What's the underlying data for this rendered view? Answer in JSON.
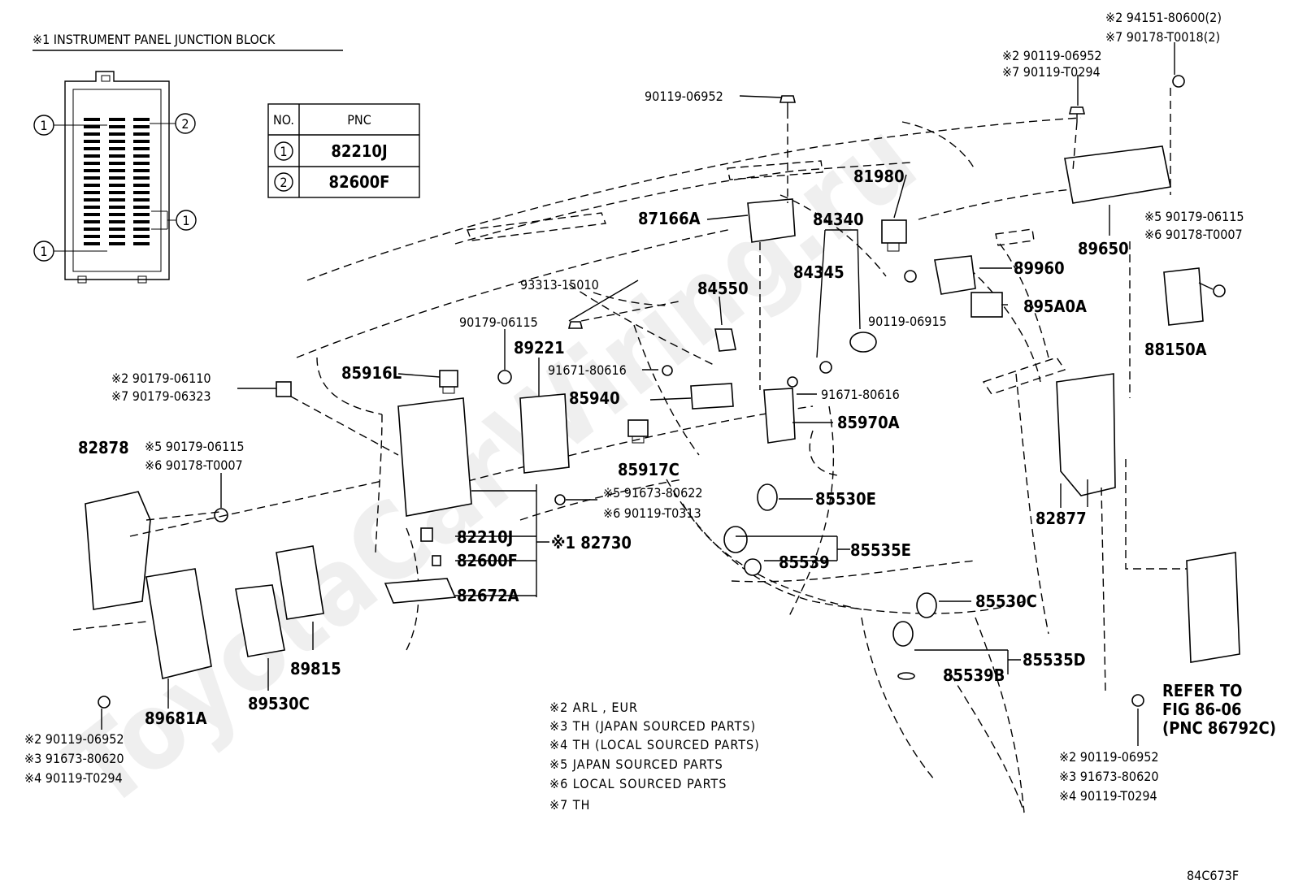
{
  "junction_block": {
    "title": "※1 INSTRUMENT PANEL JUNCTION BLOCK",
    "callouts": [
      "1",
      "2",
      "1",
      "1"
    ]
  },
  "pnc_table": {
    "headers": [
      "NO.",
      "PNC"
    ],
    "rows": [
      {
        "no": "1",
        "pnc": "82210J"
      },
      {
        "no": "2",
        "pnc": "82600F"
      }
    ]
  },
  "labels": {
    "p94151": "※2 94151-80600(2)",
    "p90178_t0018": "※7 90178-T0018(2)",
    "p90119_06952_top": "※2 90119-06952",
    "p90119_t0294_top": "※7 90119-T0294",
    "p90119_06952_bolt": "90119-06952",
    "p81980": "81980",
    "p87166a": "87166A",
    "p84340": "84340",
    "p84345": "84345",
    "p89960": "89960",
    "p89650": "89650",
    "p90179_06115_r": "※5 90179-06115",
    "p90178_t0007_r": "※6 90178-T0007",
    "p93313": "93313-15010",
    "p84550": "84550",
    "p90119_06915": "90119-06915",
    "p895a0a": "895A0A",
    "p88150a": "88150A",
    "p90179_06115_m": "90179-06115",
    "p89221": "89221",
    "p91671_a": "91671-80616",
    "p85916l": "85916L",
    "p90179_06110": "※2 90179-06110",
    "p90179_06323": "※7 90179-06323",
    "p85940": "85940",
    "p91671_b": "91671-80616",
    "p85970a": "85970A",
    "p82878": "82878",
    "p90179_06115_l": "※5 90179-06115",
    "p90178_t0007_l": "※6 90178-T0007",
    "p85917c": "85917C",
    "p91673_80622": "※5 91673-80622",
    "p90119_t0313": "※6 90119-T0313",
    "p85530e": "85530E",
    "p82877": "82877",
    "p82210j": "82210J",
    "p82730": "※1 82730",
    "p82600f": "82600F",
    "p85535e": "85535E",
    "p85539": "85539",
    "p82672a": "82672A",
    "p85530c": "85530C",
    "p85535d": "85535D",
    "p85539b": "85539B",
    "p89815": "89815",
    "p89530c": "89530C",
    "p89681a": "89681A",
    "refer": [
      "REFER TO",
      "FIG 86-06",
      "(PNC 86792C)"
    ],
    "bl_bolts": [
      "※2 90119-06952",
      "※3 91673-80620",
      "※4 90119-T0294"
    ],
    "br_bolts": [
      "※2 90119-06952",
      "※3 91673-80620",
      "※4 90119-T0294"
    ]
  },
  "notes": [
    "※2 ARL , EUR",
    "※3 TH (JAPAN SOURCED PARTS)",
    "※4 TH (LOCAL SOURCED PARTS)",
    "※5  JAPAN SOURCED PARTS",
    "※6  LOCAL SOURCED PARTS",
    "※7  TH"
  ],
  "figure_code": "84C673F",
  "watermark": "ToyotaCarWiring.ru"
}
